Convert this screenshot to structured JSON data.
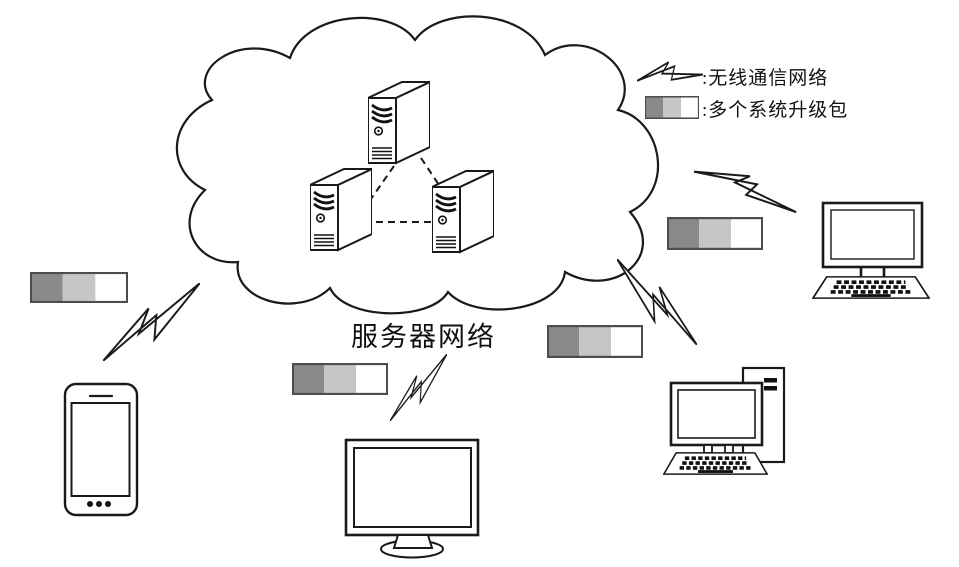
{
  "figure": {
    "type": "patent-network-diagram",
    "background": "#ffffff"
  },
  "legend": {
    "items": [
      {
        "icon": "lightning-bolt-icon",
        "label": ":无线通信网络"
      },
      {
        "icon": "upgrade-package-bar-icon",
        "label": ":多个系统升级包"
      }
    ]
  },
  "cloud": {
    "label": "服务器网络",
    "server_count": 3,
    "server_link_style": "dashed-triangle"
  },
  "devices": [
    {
      "name": "smartphone",
      "position": "bottom-left",
      "linked_by": "wireless-bolt",
      "has_upgrade_bar": true
    },
    {
      "name": "desktop-monitor",
      "position": "bottom-center",
      "linked_by": "wireless-bolt",
      "has_upgrade_bar": true
    },
    {
      "name": "desktop-computer-with-keyboard",
      "position": "right",
      "linked_by": "wireless-bolt",
      "has_upgrade_bar": true
    },
    {
      "name": "desktop-computer-with-tower",
      "position": "bottom-right",
      "linked_by": "wireless-bolt",
      "has_upgrade_bar": true
    }
  ],
  "colors": {
    "line": "#1a1a1a",
    "bar_dark": "#8a8a8a",
    "bar_mid": "#c6c6c6",
    "bar_light": "#ffffff",
    "bar_border": "#4d4d4d",
    "background": "#ffffff"
  }
}
